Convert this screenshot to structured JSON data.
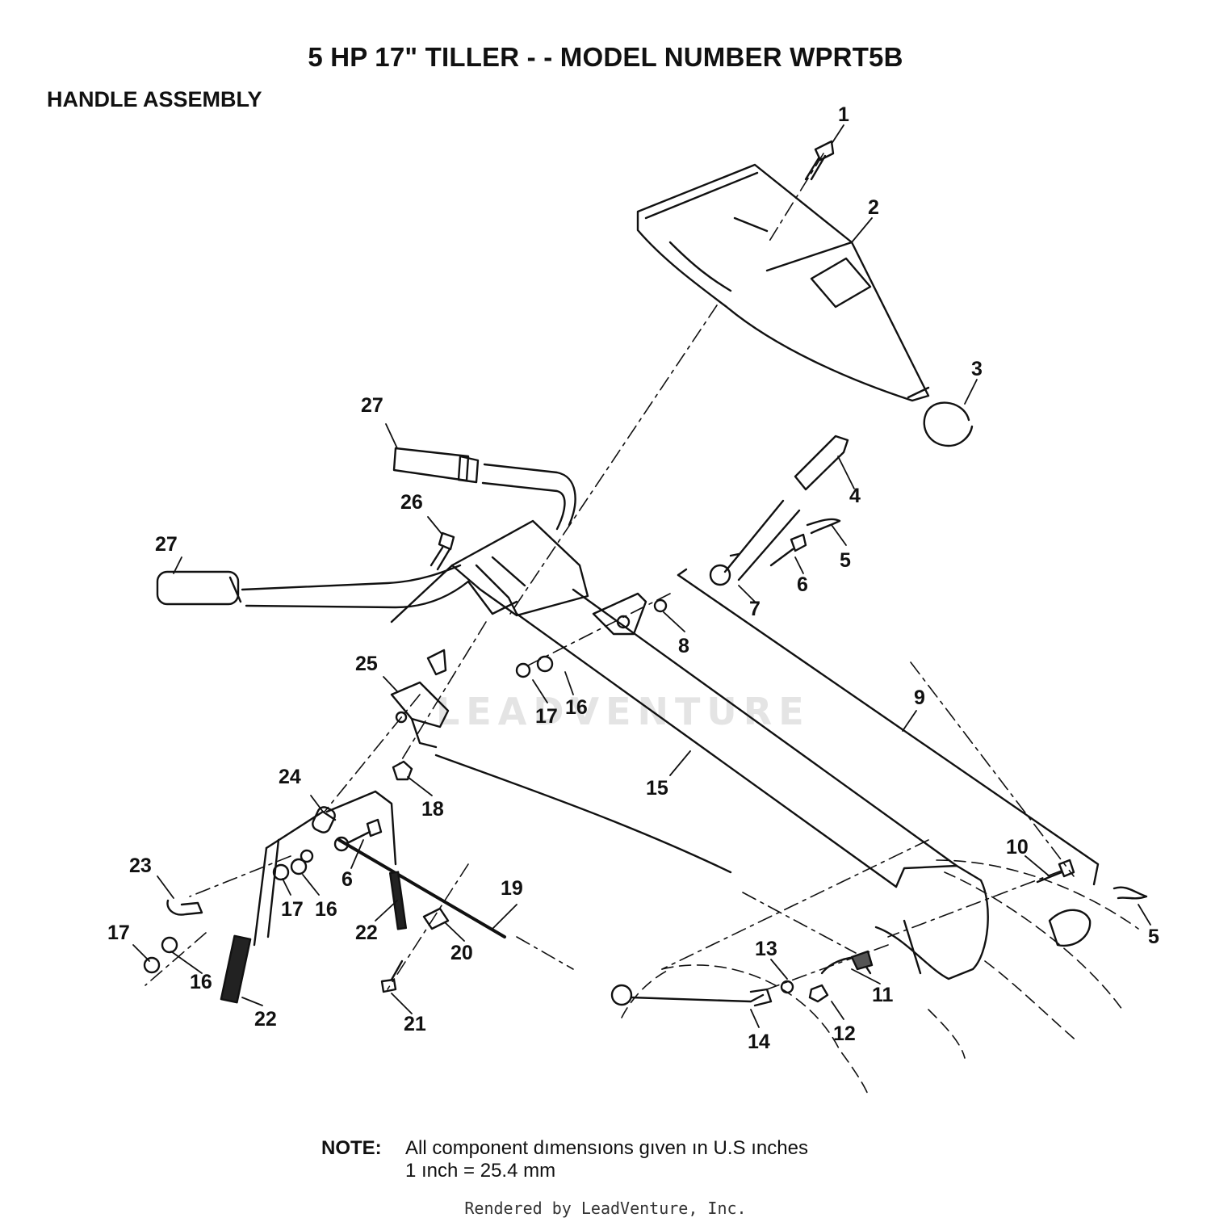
{
  "title": "5 HP 17\" TILLER - - MODEL NUMBER WPRT5B",
  "subtitle": "HANDLE ASSEMBLY",
  "note": {
    "label": "NOTE:",
    "line1": "All component dımensıons gıven ın U.S  ınches",
    "line2": "1 ınch = 25.4 mm"
  },
  "footer": "Rendered by LeadVenture, Inc.",
  "watermark": "LEADVENTURE",
  "callouts": [
    {
      "label": "1"
    },
    {
      "label": "2"
    },
    {
      "label": "3"
    },
    {
      "label": "4"
    },
    {
      "label": "5"
    },
    {
      "label": "6"
    },
    {
      "label": "7"
    },
    {
      "label": "8"
    },
    {
      "label": "9"
    },
    {
      "label": "10"
    },
    {
      "label": "5"
    },
    {
      "label": "11"
    },
    {
      "label": "12"
    },
    {
      "label": "13"
    },
    {
      "label": "14"
    },
    {
      "label": "15"
    },
    {
      "label": "16"
    },
    {
      "label": "17"
    },
    {
      "label": "18"
    },
    {
      "label": "19"
    },
    {
      "label": "20"
    },
    {
      "label": "21"
    },
    {
      "label": "22"
    },
    {
      "label": "22"
    },
    {
      "label": "23"
    },
    {
      "label": "24"
    },
    {
      "label": "25"
    },
    {
      "label": "26"
    },
    {
      "label": "27"
    },
    {
      "label": "27"
    },
    {
      "label": "6"
    },
    {
      "label": "17"
    },
    {
      "label": "16"
    },
    {
      "label": "17"
    },
    {
      "label": "16"
    }
  ]
}
